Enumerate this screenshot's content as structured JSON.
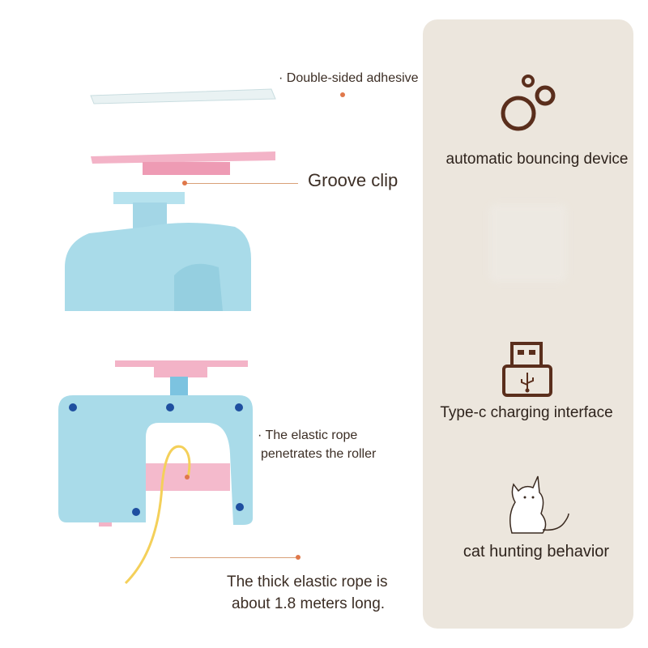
{
  "callouts": {
    "adhesive": "· Double-sided adhesive",
    "groove": "Groove clip",
    "rope_roller_line1": "· The elastic rope",
    "rope_roller_line2": "penetrates the roller",
    "rope_length_line1": "The thick elastic rope is",
    "rope_length_line2": "about 1.8 meters long."
  },
  "features": [
    {
      "label": "automatic bouncing device",
      "icon": "bubbles-icon"
    },
    {
      "label": "Type-c charging interface",
      "icon": "usb-icon"
    },
    {
      "label": "cat hunting behavior",
      "icon": "cat-icon"
    }
  ],
  "colors": {
    "panel_bg": "#ece6dd",
    "device_blue": "#a9dbe9",
    "clip_pink": "#f3b3c7",
    "adhesive_white": "#e9f2f3",
    "rope_yellow": "#f4d05a",
    "icon_brown": "#5a2e1c",
    "leader_orange": "#e0784a"
  }
}
